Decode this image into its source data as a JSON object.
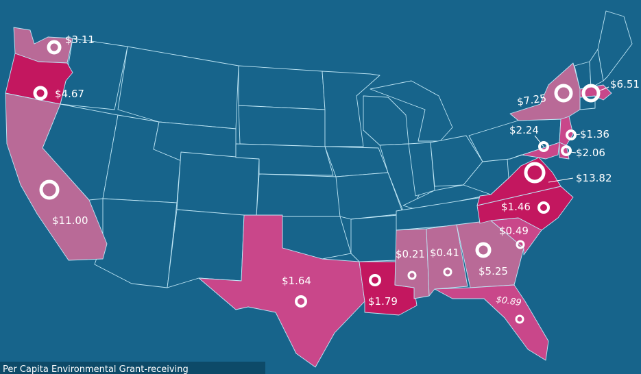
{
  "map": {
    "legend_text": "Per Capita Environmental Grant-receiving",
    "colors": {
      "background": "#17648b",
      "border": "#bfe6f5",
      "tier_light": "#b96a97",
      "tier_mid": "#c9478a",
      "tier_dark": "#c3175f"
    },
    "states": [
      {
        "id": "WA",
        "label": "$3.11",
        "tier": "light"
      },
      {
        "id": "OR",
        "label": "$4.67",
        "tier": "dark"
      },
      {
        "id": "CA",
        "label": "$11.00",
        "tier": "light"
      },
      {
        "id": "TX",
        "label": "$1.64",
        "tier": "mid"
      },
      {
        "id": "LA",
        "label": "$1.79",
        "tier": "dark"
      },
      {
        "id": "MS",
        "label": "$0.21",
        "tier": "light"
      },
      {
        "id": "AL",
        "label": "$0.41",
        "tier": "light"
      },
      {
        "id": "GA",
        "label": "$5.25",
        "tier": "light"
      },
      {
        "id": "FL",
        "label": "$0.89",
        "tier": "mid"
      },
      {
        "id": "SC",
        "label": "$0.49",
        "tier": "mid"
      },
      {
        "id": "NC",
        "label": "$1.46",
        "tier": "dark"
      },
      {
        "id": "VA",
        "label": "$13.82",
        "tier": "dark"
      },
      {
        "id": "MD",
        "label": "$2.24",
        "tier": "mid"
      },
      {
        "id": "DE",
        "label": "$2.06",
        "tier": "mid"
      },
      {
        "id": "NJ",
        "label": "$1.36",
        "tier": "mid"
      },
      {
        "id": "NY",
        "label": "$7.25",
        "tier": "light"
      },
      {
        "id": "MA",
        "label": "$6.51",
        "tier": "mid"
      }
    ]
  }
}
